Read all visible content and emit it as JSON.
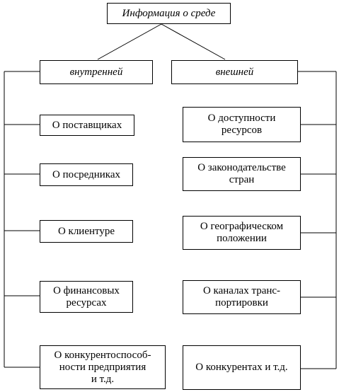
{
  "root": {
    "label": "Информация о среде"
  },
  "internal": {
    "label": "внутренней",
    "items": [
      "О поставщиках",
      "О посредниках",
      "О клиентуре",
      "О финансовых\nресурсах",
      "О конкурентоспособ-\nности предприятия\nи т.д."
    ]
  },
  "external": {
    "label": "внешней",
    "items": [
      "О доступности\nресурсов",
      "О законодательстве\nстран",
      "О географическом\nположении",
      "О каналах транс-\nпортировки",
      "О конкурентах и т.д."
    ]
  }
}
